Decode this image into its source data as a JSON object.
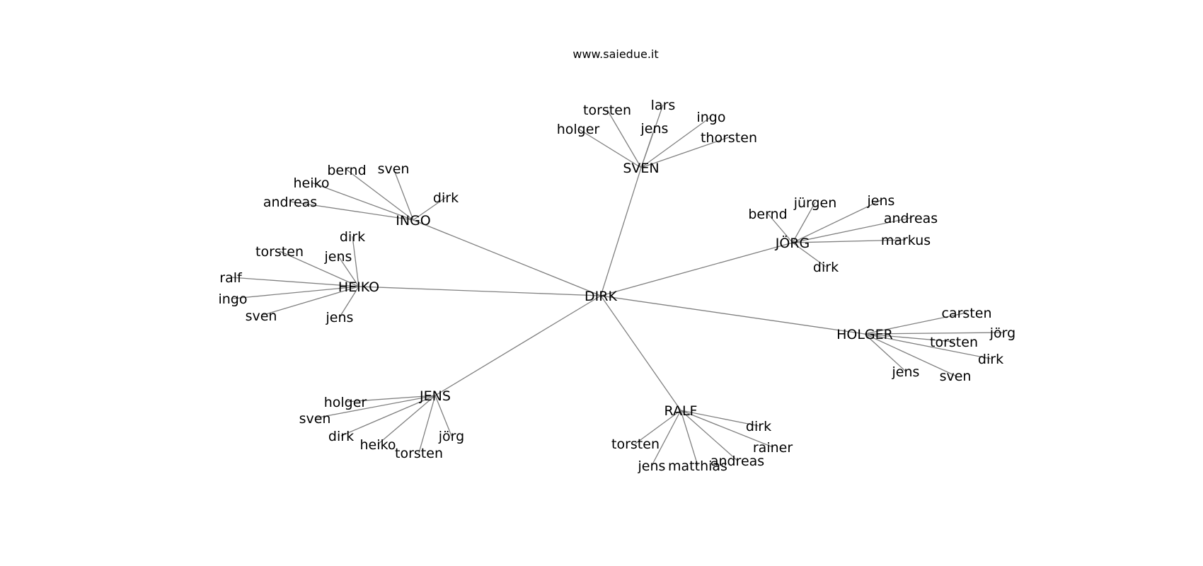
{
  "page": {
    "title": "www.saiedue.it"
  },
  "graph": {
    "center": "DIRK",
    "hubs": [
      {
        "name": "SVEN",
        "leaves": [
          "torsten",
          "lars",
          "ingo",
          "holger",
          "jens",
          "thorsten"
        ]
      },
      {
        "name": "INGO",
        "leaves": [
          "bernd",
          "sven",
          "heiko",
          "dirk",
          "andreas"
        ]
      },
      {
        "name": "JÖRG",
        "leaves": [
          "jürgen",
          "jens",
          "bernd",
          "andreas",
          "markus",
          "dirk"
        ]
      },
      {
        "name": "HEIKO",
        "leaves": [
          "dirk",
          "torsten",
          "jens",
          "ralf",
          "ingo",
          "sven",
          "jens"
        ]
      },
      {
        "name": "HOLGER",
        "leaves": [
          "carsten",
          "jörg",
          "torsten",
          "dirk",
          "jens",
          "sven"
        ]
      },
      {
        "name": "JENS",
        "leaves": [
          "holger",
          "sven",
          "jörg",
          "dirk",
          "heiko",
          "torsten"
        ]
      },
      {
        "name": "RALF",
        "leaves": [
          "dirk",
          "torsten",
          "rainer",
          "andreas",
          "jens",
          "matthias"
        ]
      }
    ]
  }
}
